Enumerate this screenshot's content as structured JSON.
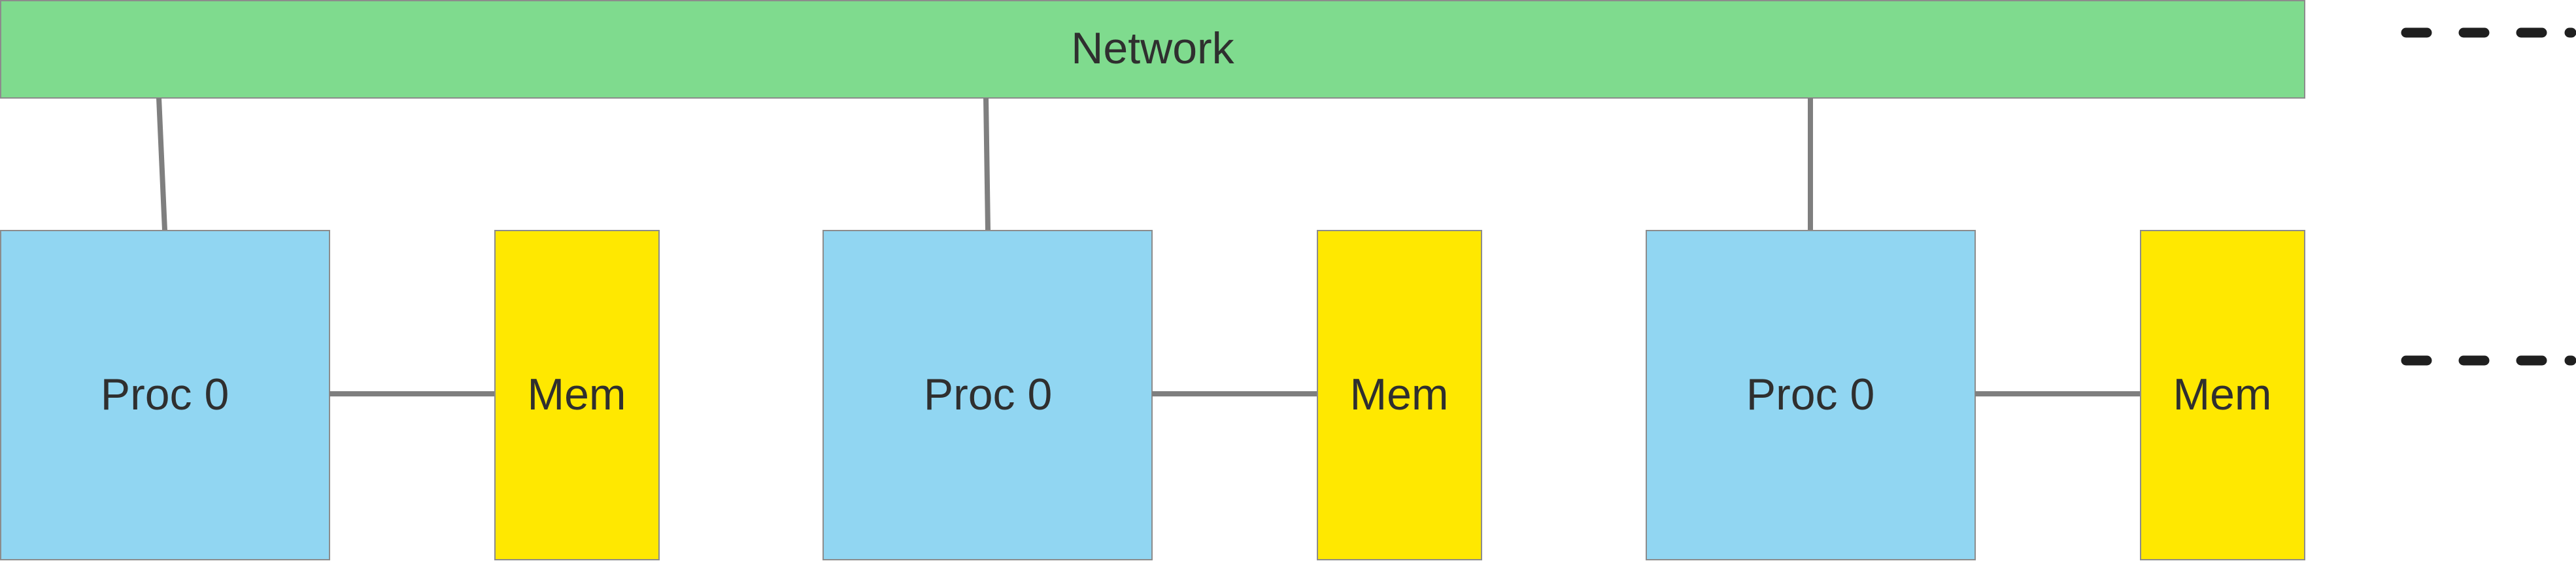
{
  "network": {
    "label": "Network",
    "color": "#7fdb8e"
  },
  "nodes": [
    {
      "proc_label": "Proc 0",
      "mem_label": "Mem"
    },
    {
      "proc_label": "Proc 0",
      "mem_label": "Mem"
    },
    {
      "proc_label": "Proc 0",
      "mem_label": "Mem"
    }
  ],
  "colors": {
    "processor": "#91d6f2",
    "memory": "#ffe800",
    "connector": "#7f7f7f",
    "continuation_marks": "#1f1f1f"
  },
  "continuation_marks": [
    "network-row",
    "node-row"
  ]
}
